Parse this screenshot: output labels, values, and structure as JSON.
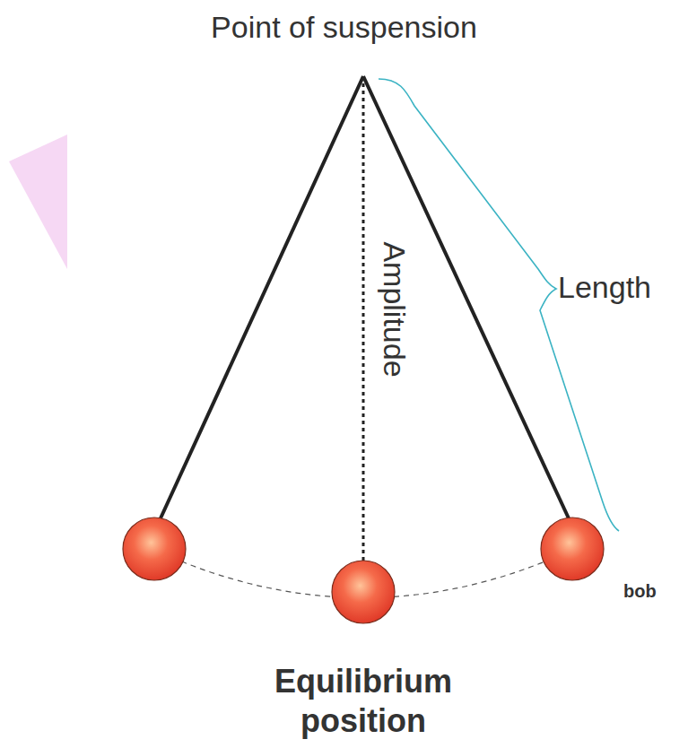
{
  "diagram": {
    "labels": [
      "Point of suspension",
      "Amplitude",
      "Length",
      "bob",
      "Equilibrium position"
    ]
  }
}
